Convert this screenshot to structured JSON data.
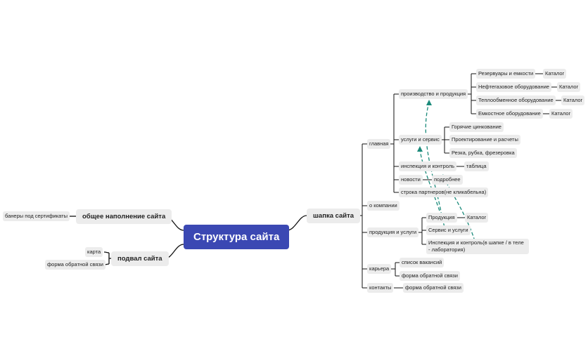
{
  "root": "Структура сайта",
  "left": {
    "general": {
      "label": "общее наполнение сайта",
      "children": [
        "банеры под сертификаты"
      ]
    },
    "footer": {
      "label": "подвал сайта",
      "children": [
        "карта",
        "форма обратной связи"
      ]
    }
  },
  "header": {
    "label": "шапка сайта",
    "main": {
      "label": "главная",
      "production": {
        "label": "производство и продукция",
        "items": [
          {
            "label": "Резервуары и емкости",
            "tag": "Каталог"
          },
          {
            "label": "Нефтегазовое оборудование",
            "tag": "Каталог"
          },
          {
            "label": "Теплообменное оборудование",
            "tag": "Каталог"
          },
          {
            "label": "Емкостное оборудование",
            "tag": "Каталог"
          }
        ]
      },
      "services": {
        "label": "услуги и сервис",
        "items": [
          "Горячие цинкование",
          "Проектирование и расчеты",
          "Резка, рубка, фрезеровка"
        ]
      },
      "inspection": {
        "label": "инспекция и контроль",
        "tag": "таблица"
      },
      "news": {
        "label": "новости",
        "tag": "подробнее"
      },
      "partners": {
        "label": "строка партнеров(не кликабельна)"
      }
    },
    "about": {
      "label": "о компании"
    },
    "products_services": {
      "label": "продукция и услуги",
      "items": [
        {
          "label": "Продукция",
          "tag": "Каталог"
        },
        {
          "label": "Сервис и услуги"
        },
        {
          "label": "Инспекция и контроль(в шапке / в теле - лаборатория)"
        }
      ]
    },
    "career": {
      "label": "карьера",
      "items": [
        "список вакансий",
        "форма обратной связи"
      ]
    },
    "contacts": {
      "label": "контакты",
      "tag": "форма обратной связи"
    }
  },
  "colors": {
    "root": "#3b48b3",
    "node": "#ececec",
    "connector": "#111111",
    "relation": "#1a8a7a"
  }
}
